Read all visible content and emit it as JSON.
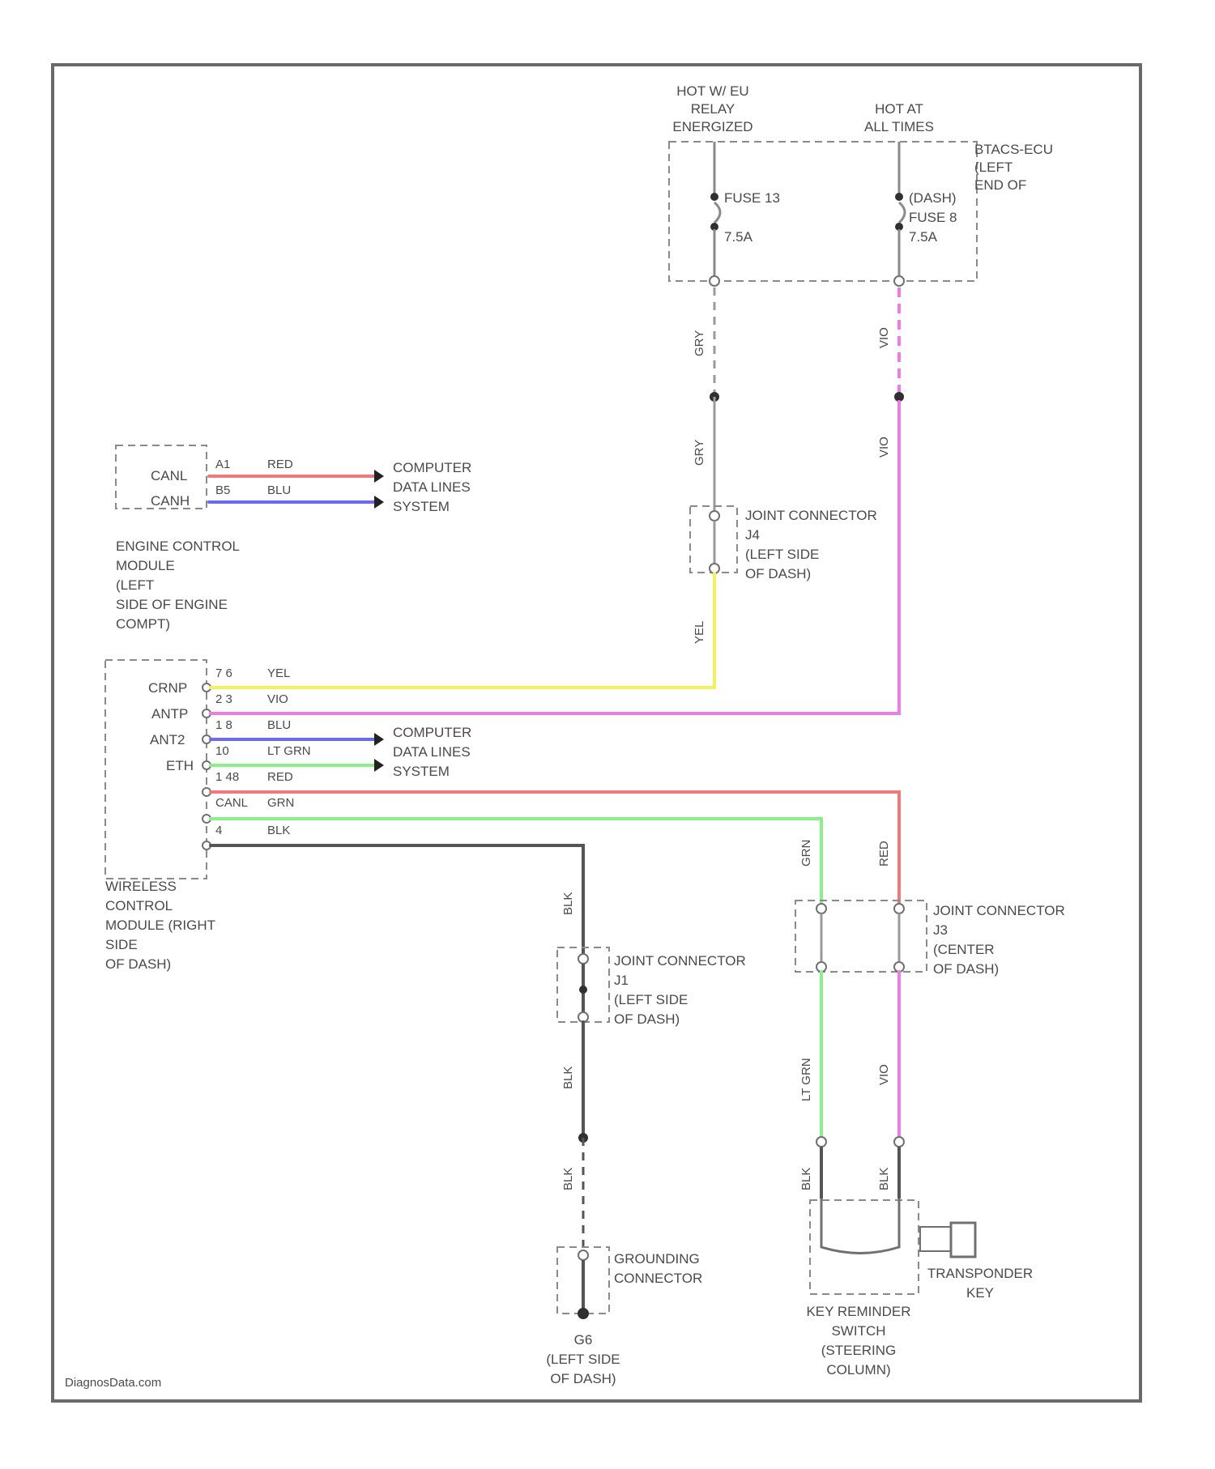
{
  "labels": {
    "hot_relay": [
      "HOT W/ EU",
      "RELAY",
      "ENERGIZED"
    ],
    "hot_all": [
      "HOT AT",
      "ALL TIMES"
    ],
    "box_name": [
      "BTACS-ECU",
      "(LEFT",
      "END OF"
    ],
    "fuse_left": [
      "FUSE 13",
      "7.5A"
    ],
    "fuse_right": [
      "(DASH)",
      "FUSE 8",
      "7.5A"
    ],
    "ecm_name": [
      "ENGINE CONTROL",
      "MODULE",
      "(LEFT",
      "SIDE OF ENGINE",
      "COMPT)"
    ],
    "ecm_pins": [
      "CANL",
      "CANH"
    ],
    "ecm_pin_nums": [
      "A1",
      "B5"
    ],
    "ecm_wire_colors": [
      "RED",
      "BLU"
    ],
    "data_lines_1": [
      "COMPUTER",
      "DATA LINES",
      "SYSTEM"
    ],
    "data_lines_2": [
      "COMPUTER",
      "DATA LINES",
      "SYSTEM"
    ],
    "wcm_name": [
      "WIRELESS",
      "CONTROL",
      "MODULE (RIGHT",
      "SIDE",
      "OF DASH)"
    ],
    "wcm_pins": [
      "CRNP",
      "ANTP",
      "ANT2",
      "ETH",
      "CANL",
      "",
      ""
    ],
    "wcm_pin_nums": [
      "7 6",
      "2 3",
      "1 8",
      "10",
      "1 48",
      "",
      "4"
    ],
    "wcm_wire_colors": [
      "YEL",
      "VIO",
      "BLU",
      "LT GRN",
      "RED",
      "GRN",
      "BLK"
    ],
    "jc1": [
      "JOINT CONNECTOR",
      "J1",
      "(LEFT SIDE",
      "OF DASH)"
    ],
    "jc2": [
      "JOINT CONNECTOR",
      "J3",
      "(CENTER",
      "OF DASH)"
    ],
    "jc3": [
      "JOINT CONNECTOR",
      "J4",
      "(LEFT SIDE",
      "OF DASH)"
    ],
    "grounding": [
      "GROUNDING",
      "CONNECTOR"
    ],
    "ground_ref": [
      "G6",
      "(LEFT SIDE",
      "OF DASH)"
    ],
    "key_switch": [
      "KEY REMINDER",
      "SWITCH",
      "(STEERING",
      "COLUMN)"
    ],
    "transponder": [
      "TRANSPONDER",
      "KEY"
    ],
    "vertical_wire_labels": {
      "gry_upper": "GRY",
      "gry_lower": "GRY",
      "vio_upper": "VIO",
      "vio_lower": "VIO",
      "yel": "YEL",
      "grn": "GRN",
      "red": "RED",
      "lt_grn": "LT GRN",
      "vio_switch": "VIO",
      "blk_upper": "BLK",
      "blk_mid": "BLK",
      "blk_lower": "BLK",
      "blk_sw1": "BLK",
      "blk_sw2": "BLK"
    },
    "watermark": "DiagnosData.com"
  },
  "colors": {
    "red": "#f07a7a",
    "blu": "#6b6bf2",
    "yel": "#f2f25a",
    "vio": "#f07ae8",
    "lt_grn": "#8af08a",
    "gry": "#9a9a9a",
    "blk": "#555555"
  }
}
